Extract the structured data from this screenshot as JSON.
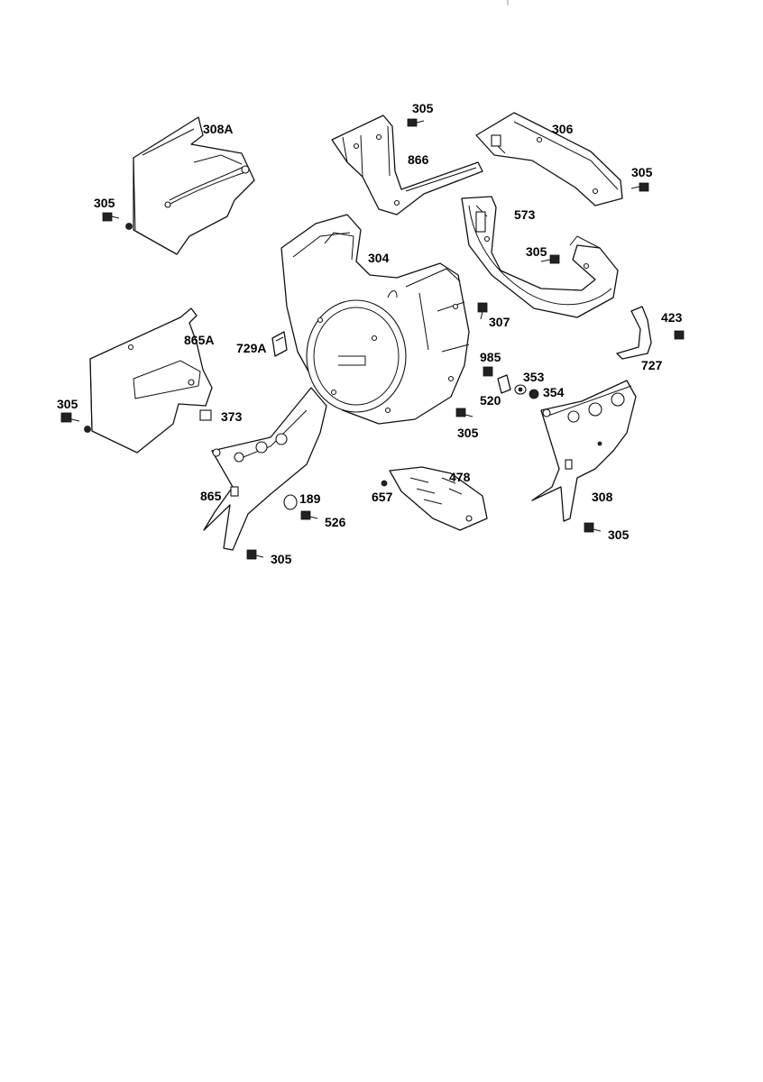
{
  "labels": {
    "l_308A": "308A",
    "l_305_tl": "305",
    "l_305_top": "305",
    "l_866": "866",
    "l_306": "306",
    "l_305_tr": "305",
    "l_573": "573",
    "l_305_mid": "305",
    "l_304": "304",
    "l_307": "307",
    "l_423": "423",
    "l_727": "727",
    "l_865A": "865A",
    "l_729A": "729A",
    "l_985": "985",
    "l_353": "353",
    "l_354": "354",
    "l_520": "520",
    "l_305_center": "305",
    "l_305_left": "305",
    "l_373": "373",
    "l_478": "478",
    "l_657": "657",
    "l_865": "865",
    "l_189": "189",
    "l_526": "526",
    "l_305_bl": "305",
    "l_308": "308",
    "l_305_br": "305"
  }
}
